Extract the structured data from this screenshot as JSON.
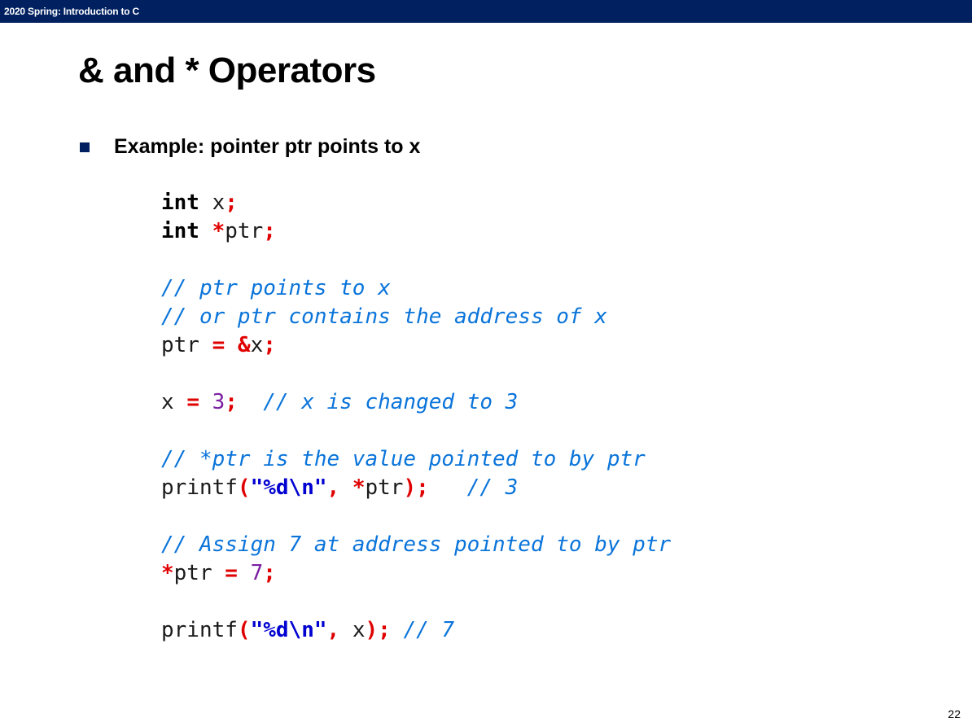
{
  "header": {
    "course": "2020 Spring: Introduction to C"
  },
  "slide": {
    "title": "& and * Operators",
    "bullet": "Example: pointer ptr points to x",
    "page_number": "22"
  },
  "code": {
    "l1_kw": "int",
    "l1_rest": " x",
    "l1_semi": ";",
    "l2_kw": "int",
    "l2_sp": " ",
    "l2_star": "*",
    "l2_name": "ptr",
    "l2_semi": ";",
    "c1": "// ptr points to x",
    "c2": "// or ptr contains the address of x",
    "l5_name": "ptr ",
    "l5_eq": "=",
    "l5_sp": " ",
    "l5_amp": "&",
    "l5_x": "x",
    "l5_semi": ";",
    "l7_x": "x ",
    "l7_eq": "=",
    "l7_sp": " ",
    "l7_num": "3",
    "l7_semi": ";",
    "l7_gap": "  ",
    "l7_cm": "// x is changed to 3",
    "c3": "// *ptr is the value pointed to by ptr",
    "l10_fn": "printf",
    "l10_lp": "(",
    "l10_str": "\"%d\\n\"",
    "l10_comma": ",",
    "l10_sp": " ",
    "l10_star": "*",
    "l10_name": "ptr",
    "l10_rp": ")",
    "l10_semi": ";",
    "l10_gap": "   ",
    "l10_cm": "// 3",
    "c4": "// Assign 7 at address pointed to by ptr",
    "l13_star": "*",
    "l13_name": "ptr ",
    "l13_eq": "=",
    "l13_sp": " ",
    "l13_num": "7",
    "l13_semi": ";",
    "l15_fn": "printf",
    "l15_lp": "(",
    "l15_str": "\"%d\\n\"",
    "l15_comma": ",",
    "l15_sp": " ",
    "l15_x": "x",
    "l15_rp": ")",
    "l15_semi": ";",
    "l15_gap": " ",
    "l15_cm": "// 7"
  },
  "colors": {
    "header_bg": "#002060",
    "keyword": "#000000",
    "operator": "#e00000",
    "number": "#7a1ea1",
    "comment": "#0a74da",
    "string": "#0000d0"
  }
}
